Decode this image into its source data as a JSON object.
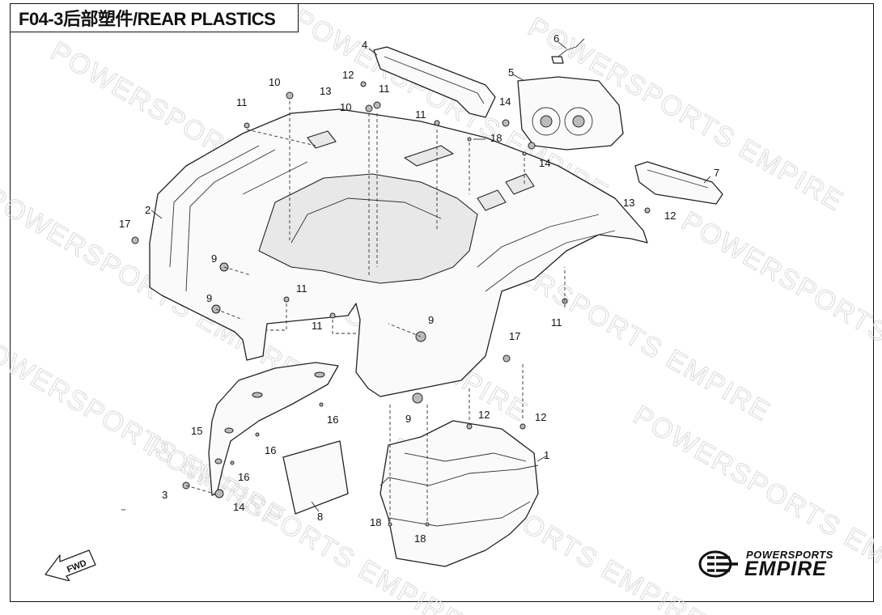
{
  "header": {
    "title": "F04-3后部塑件/REAR PLASTICS"
  },
  "watermark": {
    "text": "POWERSPORTS EMPIRE"
  },
  "brand": {
    "line1": "POWERSPORTS",
    "line2": "EMPIRE"
  },
  "fwd": {
    "label": "FWD"
  },
  "callouts": [
    {
      "id": "c1",
      "label": "1"
    },
    {
      "id": "c2",
      "label": "2"
    },
    {
      "id": "c3",
      "label": "3"
    },
    {
      "id": "c4",
      "label": "4"
    },
    {
      "id": "c5",
      "label": "5"
    },
    {
      "id": "c6",
      "label": "6"
    },
    {
      "id": "c7",
      "label": "7"
    },
    {
      "id": "c8",
      "label": "8"
    },
    {
      "id": "c9a",
      "label": "9"
    },
    {
      "id": "c9b",
      "label": "9"
    },
    {
      "id": "c9c",
      "label": "9"
    },
    {
      "id": "c9d",
      "label": "9"
    },
    {
      "id": "c10a",
      "label": "10"
    },
    {
      "id": "c10b",
      "label": "10"
    },
    {
      "id": "c11a",
      "label": "11"
    },
    {
      "id": "c11b",
      "label": "11"
    },
    {
      "id": "c11c",
      "label": "11"
    },
    {
      "id": "c11d",
      "label": "11"
    },
    {
      "id": "c11e",
      "label": "11"
    },
    {
      "id": "c11f",
      "label": "11"
    },
    {
      "id": "c12a",
      "label": "12"
    },
    {
      "id": "c12b",
      "label": "12"
    },
    {
      "id": "c12c",
      "label": "12"
    },
    {
      "id": "c12d",
      "label": "12"
    },
    {
      "id": "c13a",
      "label": "13"
    },
    {
      "id": "c13b",
      "label": "13"
    },
    {
      "id": "c14a",
      "label": "14"
    },
    {
      "id": "c14b",
      "label": "14"
    },
    {
      "id": "c14c",
      "label": "14"
    },
    {
      "id": "c15",
      "label": "15"
    },
    {
      "id": "c16a",
      "label": "16"
    },
    {
      "id": "c16b",
      "label": "16"
    },
    {
      "id": "c16c",
      "label": "16"
    },
    {
      "id": "c17a",
      "label": "17"
    },
    {
      "id": "c17b",
      "label": "17"
    },
    {
      "id": "c18a",
      "label": "18"
    },
    {
      "id": "c18b",
      "label": "18"
    },
    {
      "id": "c18c",
      "label": "18"
    }
  ]
}
